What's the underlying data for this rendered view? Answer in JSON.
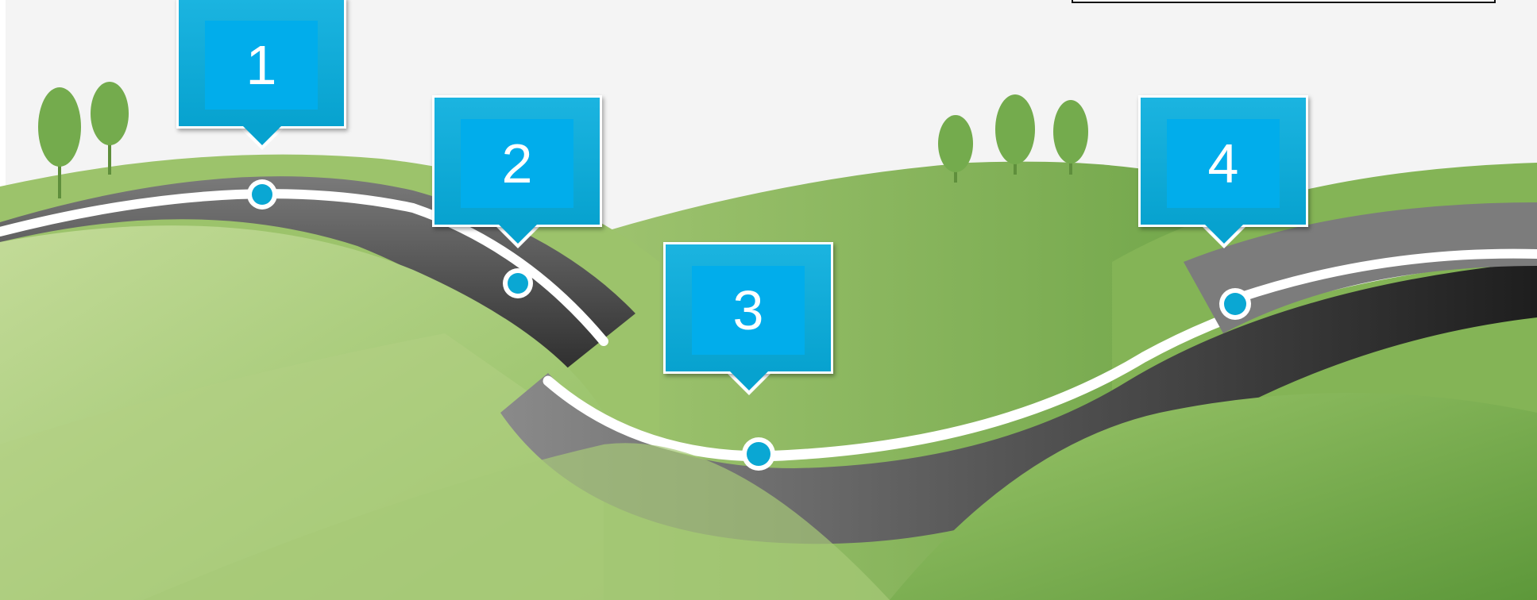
{
  "markers": [
    {
      "label": "1",
      "color": "#01adeb"
    },
    {
      "label": "2",
      "color": "#01adeb"
    },
    {
      "label": "3",
      "color": "#01adeb"
    },
    {
      "label": "4",
      "color": "#01adeb"
    }
  ],
  "colors": {
    "hill_light": "#b9d48a",
    "hill_mid": "#8dbb5c",
    "hill_dark": "#5f9a3c",
    "road": "#6e6e6e",
    "road_dark": "#2a2a2a",
    "road_line": "#ffffff",
    "pin": "#0aa7d3",
    "tree": "#74ab4d",
    "background": "#f4f4f4"
  }
}
